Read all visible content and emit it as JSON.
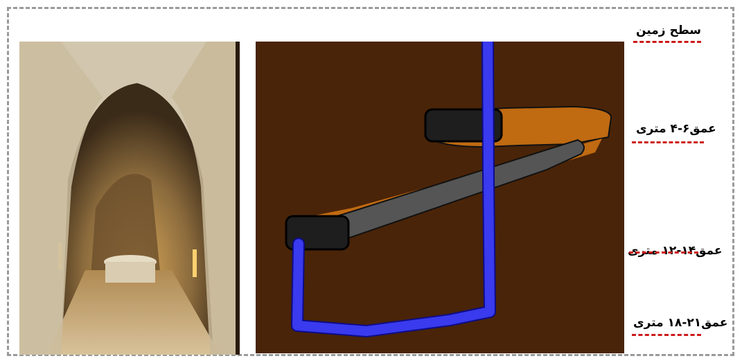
{
  "labels": {
    "surface": "سطح زمین",
    "depth1": "عمق۶-۴ متری",
    "depth2": "عمق۱۴-۱۲ متری",
    "depth3": "عمق۲۱-۱۸ متری"
  },
  "colors": {
    "soil": "#4a2408",
    "tunnel_upper": "#c06a12",
    "tunnel_lower": "#555555",
    "water": "#3a3aee",
    "chamber": "#1e1e1e",
    "underline": "#cc1a1a",
    "frame": "#9a9a9a"
  }
}
